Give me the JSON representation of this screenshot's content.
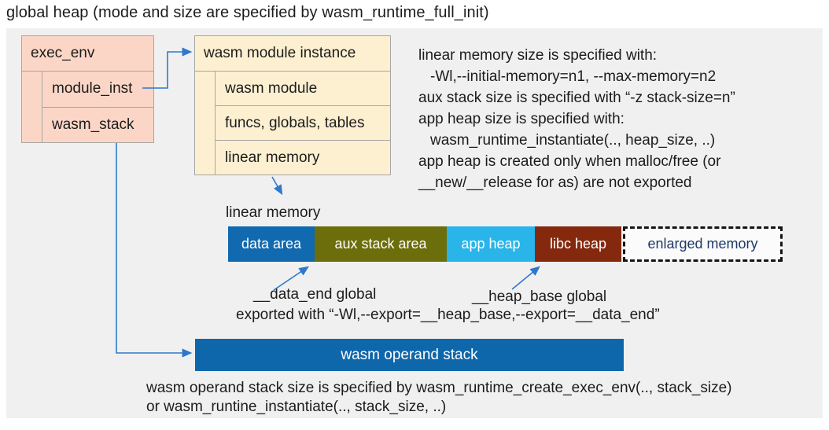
{
  "title": "global heap (mode and size are specified by wasm_runtime_full_init)",
  "exec_env": {
    "header": "exec_env",
    "rows": [
      "module_inst",
      "wasm_stack"
    ]
  },
  "module_instance": {
    "header": "wasm module instance",
    "rows": [
      "wasm module",
      "funcs, globals, tables",
      "linear memory"
    ]
  },
  "notes": {
    "lines": [
      "linear memory size is specified with:",
      "-Wl,--initial-memory=n1, --max-memory=n2",
      "aux stack size is specified with “-z stack-size=n”",
      "app heap size is specified with:",
      "wasm_runtime_instantiate(.., heap_size, ..)",
      "app heap is created only when malloc/free (or",
      "__new/__release for as) are not exported"
    ]
  },
  "linear_memory": {
    "label": "linear memory",
    "segments": [
      {
        "label": "data area",
        "color": "#1169af"
      },
      {
        "label": "aux stack area",
        "color": "#6c6d0b"
      },
      {
        "label": "app heap",
        "color": "#29b5ea"
      },
      {
        "label": "libc heap",
        "color": "#84290e"
      },
      {
        "label": "enlarged memory",
        "color": "#fbfbfb",
        "text_color": "#1f3a64"
      }
    ]
  },
  "globals": {
    "data_end_label": "__data_end global",
    "heap_base_label": "__heap_base global",
    "exported_line": "exported with “-Wl,--export=__heap_base,--export=__data_end”"
  },
  "operand_stack": {
    "label": "wasm operand stack",
    "color": "#0f67ab"
  },
  "footer": {
    "lines": [
      "wasm operand stack size is specified by wasm_runtime_create_exec_env(.., stack_size)",
      "or wasm_runtine_instantiate(.., stack_size, ..)"
    ]
  },
  "colors": {
    "connector_blue": "#2e78cc",
    "panel_gray": "#f0f0f0",
    "exec_box_fill": "#fbd6c6",
    "instance_box_fill": "#fdf0d1"
  }
}
